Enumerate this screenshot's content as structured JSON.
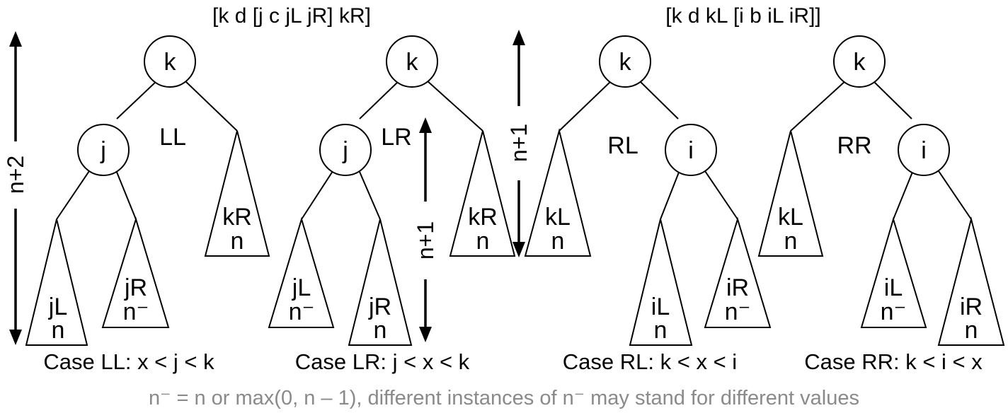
{
  "titles": {
    "left": "[k d [j c jL jR] kR]",
    "right": "[k d kL [i b iL iR]]"
  },
  "height_labels": {
    "n_plus_2": "n+2",
    "n_plus_1_lr": "n+1",
    "n_plus_1_mid": "n+1"
  },
  "trees": [
    {
      "case_label": "LL",
      "caption": "Case LL: x < j < k",
      "root": "k",
      "child": "j",
      "subtrees": [
        {
          "name": "jL",
          "height": "n"
        },
        {
          "name": "jR",
          "height": "n⁻"
        },
        {
          "name": "kR",
          "height": "n"
        }
      ]
    },
    {
      "case_label": "LR",
      "caption": "Case LR: j < x < k",
      "root": "k",
      "child": "j",
      "subtrees": [
        {
          "name": "jL",
          "height": "n⁻"
        },
        {
          "name": "jR",
          "height": "n"
        },
        {
          "name": "kR",
          "height": "n"
        }
      ]
    },
    {
      "case_label": "RL",
      "caption": "Case RL: k < x < i",
      "root": "k",
      "child": "i",
      "subtrees": [
        {
          "name": "kL",
          "height": "n"
        },
        {
          "name": "iL",
          "height": "n"
        },
        {
          "name": "iR",
          "height": "n⁻"
        }
      ]
    },
    {
      "case_label": "RR",
      "caption": "Case RR: k < i < x",
      "root": "k",
      "child": "i",
      "subtrees": [
        {
          "name": "kL",
          "height": "n"
        },
        {
          "name": "iL",
          "height": "n⁻"
        },
        {
          "name": "iR",
          "height": "n"
        }
      ]
    }
  ],
  "footnote": "n⁻ = n or max(0, n – 1), different instances of n⁻ may stand for different values"
}
